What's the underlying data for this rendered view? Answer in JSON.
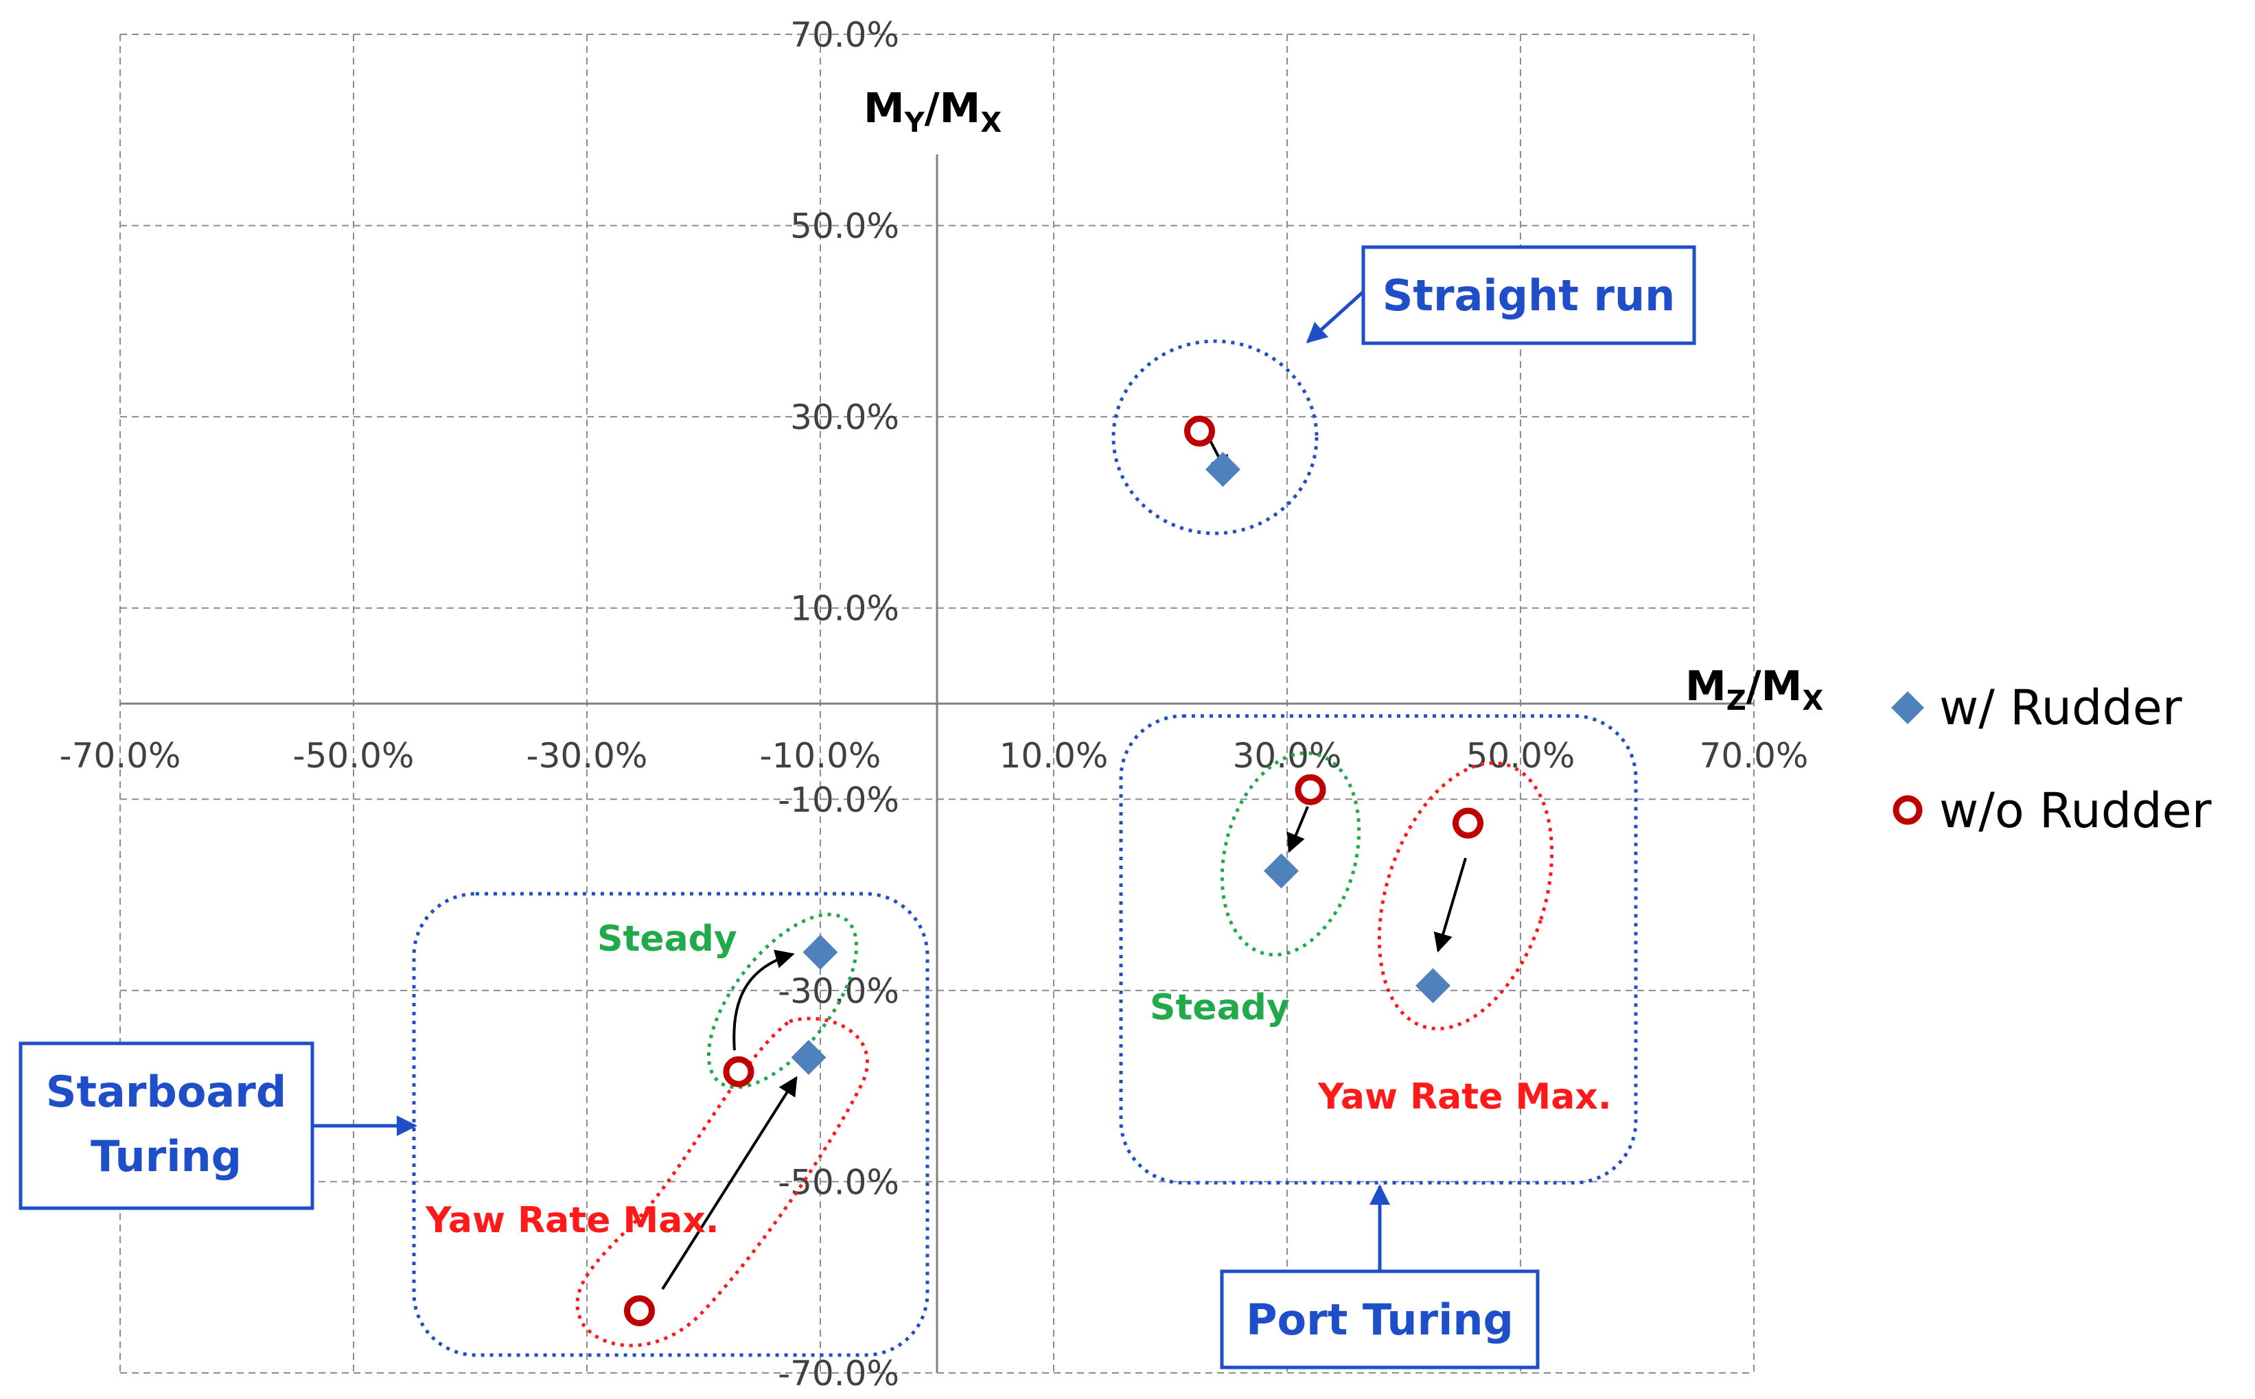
{
  "chart_data": {
    "type": "scatter",
    "xlim": [
      -70,
      70
    ],
    "ylim": [
      -70,
      70
    ],
    "x_ticks": [
      -70,
      -50,
      -30,
      -10,
      10,
      30,
      50,
      70
    ],
    "y_ticks": [
      70,
      50,
      30,
      10,
      -10,
      -30,
      -50,
      -70
    ],
    "x_tick_labels": [
      "-70.0%",
      "-50.0%",
      "-30.0%",
      "-10.0%",
      "10.0%",
      "30.0%",
      "50.0%",
      "70.0%"
    ],
    "y_tick_labels": [
      "70.0%",
      "50.0%",
      "30.0%",
      "10.0%",
      "-10.0%",
      "-30.0%",
      "-50.0%",
      "-70.0%"
    ],
    "xlabel": {
      "main": "M",
      "sub": "Z",
      "rest": "/M",
      "sub2": "X"
    },
    "ylabel": {
      "main": "M",
      "sub": "Y",
      "rest": "/M",
      "sub2": "X"
    },
    "grid": true,
    "legend_position": "right",
    "series": [
      {
        "name": "w/ Rudder",
        "marker": "diamond",
        "color": "#4f81bd",
        "points": [
          {
            "x": 24.5,
            "y": 24.5
          },
          {
            "x": 29.5,
            "y": -17.5
          },
          {
            "x": 42.5,
            "y": -29.5
          },
          {
            "x": -10.0,
            "y": -26.0
          },
          {
            "x": -11.0,
            "y": -37.0
          }
        ]
      },
      {
        "name": "w/o Rudder",
        "marker": "circle-open",
        "color": "#c00000",
        "points": [
          {
            "x": 22.5,
            "y": 28.5
          },
          {
            "x": 32.0,
            "y": -9.0
          },
          {
            "x": 45.5,
            "y": -12.5
          },
          {
            "x": -17.0,
            "y": -38.5
          },
          {
            "x": -25.5,
            "y": -63.5
          }
        ]
      }
    ],
    "annotations": {
      "straight_run": "Straight run",
      "port_turning": "Port Turing",
      "starboard_line1": "Starboard",
      "starboard_line2": "Turing",
      "steady_port": "Steady",
      "steady_starboard": "Steady",
      "yaw_port": "Yaw Rate Max.",
      "yaw_starboard": "Yaw Rate Max."
    },
    "colors": {
      "grid": "#8c8c8c",
      "axis": "#808080",
      "box": "#1f4fc8",
      "red_outline": "#ff1a1a",
      "green_outline": "#22aa4a",
      "arrow": "#000000"
    }
  }
}
